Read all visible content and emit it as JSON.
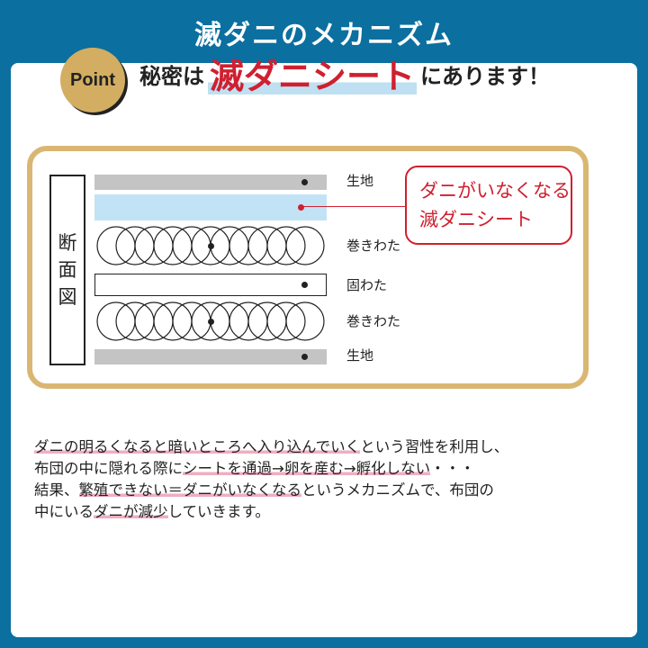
{
  "title": "滅ダニのメカニズム",
  "point": {
    "badge": "Point",
    "prefix": "秘密は",
    "highlight": "滅ダニシート",
    "suffix": "にあります！"
  },
  "diagram": {
    "side_label": [
      "断",
      "面",
      "図"
    ],
    "layers": [
      {
        "name": "fabric-top",
        "label": "生地"
      },
      {
        "name": "anti-mite-sheet",
        "label": ""
      },
      {
        "name": "wadding-top",
        "label": "巻きわた"
      },
      {
        "name": "hard-cotton",
        "label": "固わた"
      },
      {
        "name": "wadding-bottom",
        "label": "巻きわた"
      },
      {
        "name": "fabric-bottom",
        "label": "生地"
      }
    ],
    "callout": [
      "ダニがいなくなる",
      "滅ダニシート"
    ]
  },
  "description": {
    "l1a": "ダニの明るくなると暗いところへ入り込んでいく",
    "l1b": "という習性を利用し、",
    "l2a": "布団の中に隠れる際に",
    "l2b": "シートを通過→卵を産む→孵化しない",
    "l2c": "・・・",
    "l3a": "結果、",
    "l3b": "繁殖できない＝ダニがいなくなる",
    "l3c": "というメカニズムで、布団の",
    "l4a": "中にいる",
    "l4b": "ダニが減少",
    "l4c": "していきます。"
  },
  "colors": {
    "background": "#0b6fa0",
    "accent_red": "#cf2030",
    "gold": "#d9b773",
    "sheet_blue": "#c2e3f5",
    "fabric_gray": "#c4c4c4"
  }
}
